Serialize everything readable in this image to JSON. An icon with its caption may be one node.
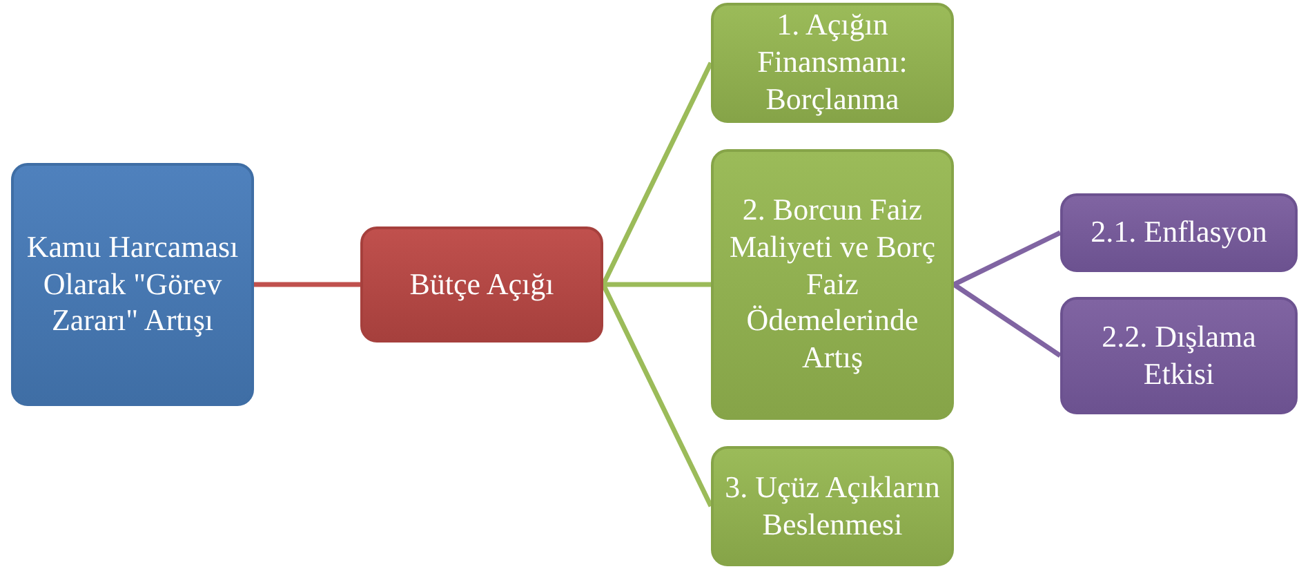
{
  "diagram": {
    "nodes": [
      {
        "text": [
          "Kamu Harcaması Olarak \"Görev Zararı\" Artışı"
        ]
      },
      {
        "text": [
          "Bütçe Açığı"
        ]
      },
      {
        "text": [
          "1. Açığın Finansmanı: Borçlanma"
        ]
      },
      {
        "text": [
          "2. Borcun Faiz Maliyeti ve Borç Faiz Ödemelerinde Artış"
        ]
      },
      {
        "text": [
          "3. Uçüz Açıkların Beslenmesi"
        ]
      },
      {
        "text": [
          "2.1. Enflasyon"
        ]
      },
      {
        "text": [
          "2.2. Dışlama Etkisi"
        ]
      }
    ],
    "edges": [
      {
        "from": 0,
        "to": 1,
        "arrow": "none",
        "color": "#c0504d"
      },
      {
        "from": 1,
        "to": 2,
        "arrow": "none"
      },
      {
        "from": 1,
        "to": 3,
        "arrow": "none"
      },
      {
        "from": 1,
        "to": 4,
        "arrow": "none"
      },
      {
        "from": 3,
        "to": 5,
        "arrow": "none",
        "color": "#8064a2"
      },
      {
        "from": 3,
        "to": 6,
        "arrow": "none",
        "color": "#8064a2"
      }
    ]
  }
}
